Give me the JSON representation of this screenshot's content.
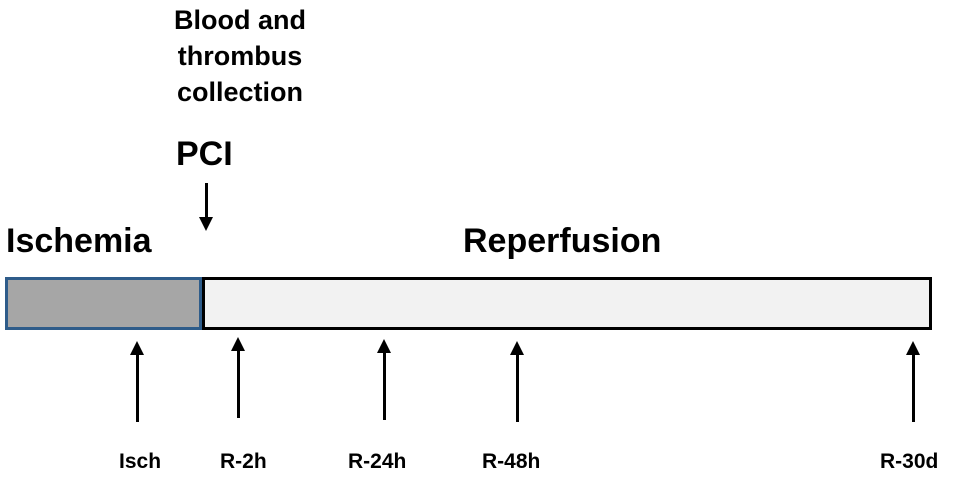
{
  "annotation": {
    "collection": "Blood and\nthrombus\ncollection",
    "pci": "PCI"
  },
  "phases": {
    "ischemia": "Ischemia",
    "reperfusion": "Reperfusion"
  },
  "colors": {
    "ischemia_fill": "#a6a6a6",
    "ischemia_border": "#2e5c8a",
    "reperfusion_fill": "#f2f2f2"
  },
  "timepoints": [
    {
      "label": "Isch"
    },
    {
      "label": "R-2h"
    },
    {
      "label": "R-24h"
    },
    {
      "label": "R-48h"
    },
    {
      "label": "R-30d"
    }
  ]
}
